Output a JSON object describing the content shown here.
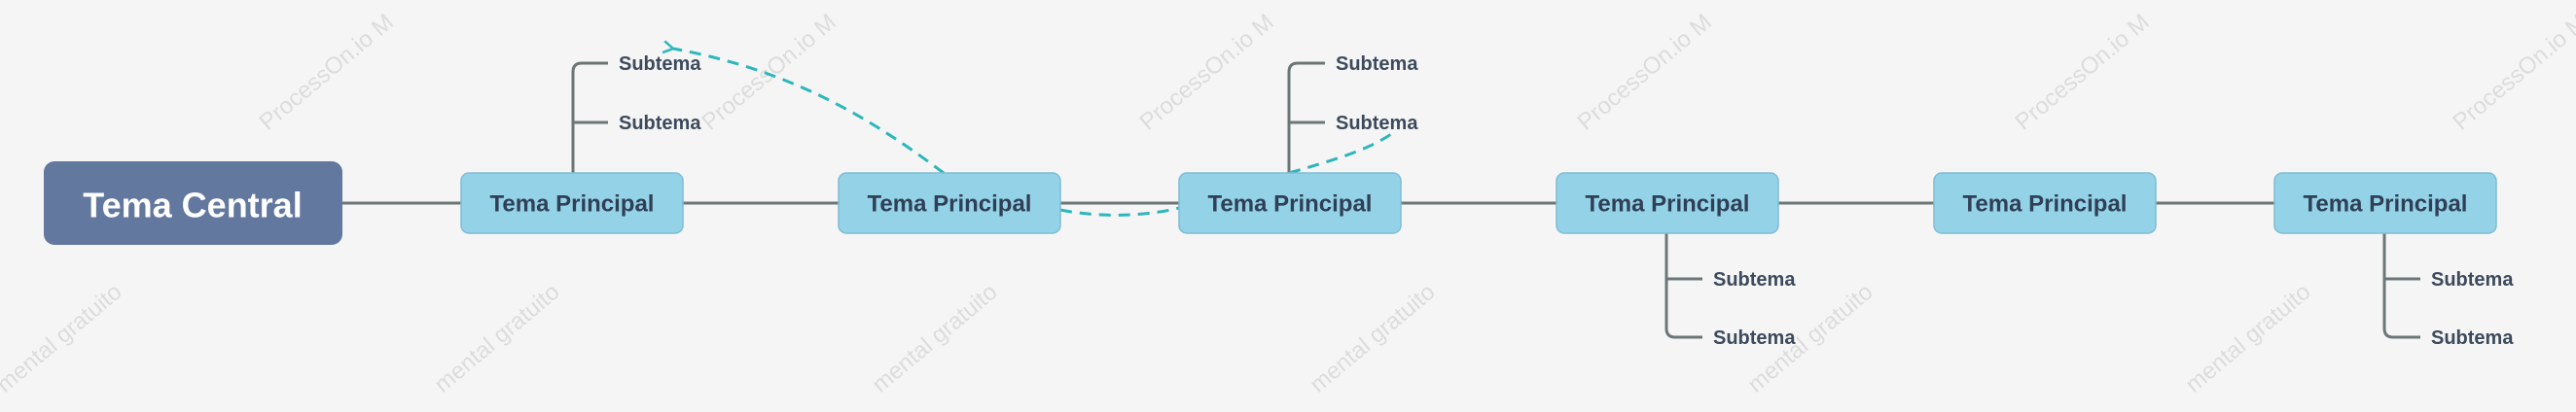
{
  "central": {
    "label": "Tema Central"
  },
  "main_topics": [
    {
      "label": "Tema Principal",
      "subtopics": [
        "Subtema",
        "Subtema"
      ]
    },
    {
      "label": "Tema Principal",
      "subtopics": []
    },
    {
      "label": "Tema Principal",
      "subtopics": [
        "Subtema",
        "Subtema"
      ]
    },
    {
      "label": "Tema Principal",
      "subtopics": [
        "Subtema",
        "Subtema"
      ]
    },
    {
      "label": "Tema Principal",
      "subtopics": []
    },
    {
      "label": "Tema Principal",
      "subtopics": [
        "Subtema",
        "Subtema"
      ]
    }
  ],
  "watermark": {
    "line_a": "ProcessOn.io M",
    "line_b": "mental gratuito"
  },
  "colors": {
    "background": "#f5f5f5",
    "central_fill": "#63789e",
    "main_fill": "#94d2e8",
    "main_border": "#7fbcd4",
    "connector": "#6b7776",
    "relation": "#2db6bb"
  }
}
